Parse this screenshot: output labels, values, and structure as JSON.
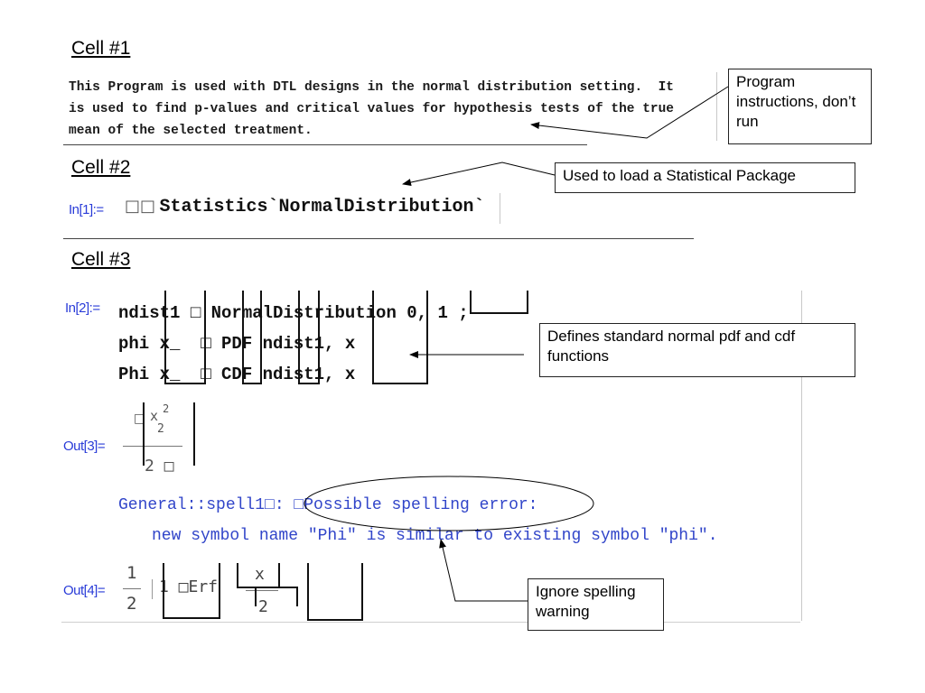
{
  "cells": [
    {
      "title": "Cell #1"
    },
    {
      "title": "Cell #2"
    },
    {
      "title": "Cell #3"
    }
  ],
  "cell1": {
    "lines": [
      "This Program is used with DTL designs in the normal distribution setting.  It",
      "is used to find p-values and critical values for hypothesis tests of the true",
      "mean of the selected treatment."
    ]
  },
  "cell2": {
    "prompt": "In[1]:=",
    "glyphs": "□□",
    "code": "Statistics`NormalDistribution`"
  },
  "cell3": {
    "in_prompt": "In[2]:=",
    "lines": [
      "ndist1 □ NormalDistribution 0, 1 ;",
      "phi x_  □ PDF ndist1, x",
      "Phi x_  □ CDF ndist1, x"
    ],
    "out3_prompt": "Out[3]=",
    "out3": {
      "numer_glyph": "□",
      "numer_x": "x",
      "numer_exp": "2",
      "numer_den": "2",
      "denom": "2 □"
    },
    "msg_line1": "General::spell1□: □Possible spelling error:",
    "msg_line2": "new symbol name \"Phi\" is similar to existing symbol \"phi\".",
    "out4_prompt": "Out[4]=",
    "out4": {
      "frac_num": "1",
      "frac_den": "2",
      "body": "1 □Erf",
      "inner_num": "x",
      "inner_den": "2"
    }
  },
  "callouts": {
    "program": "Program instructions, don’t run",
    "package": "Used to load a Statistical Package",
    "defines": "Defines standard normal pdf and cdf functions",
    "ignore": "Ignore spelling warning"
  }
}
